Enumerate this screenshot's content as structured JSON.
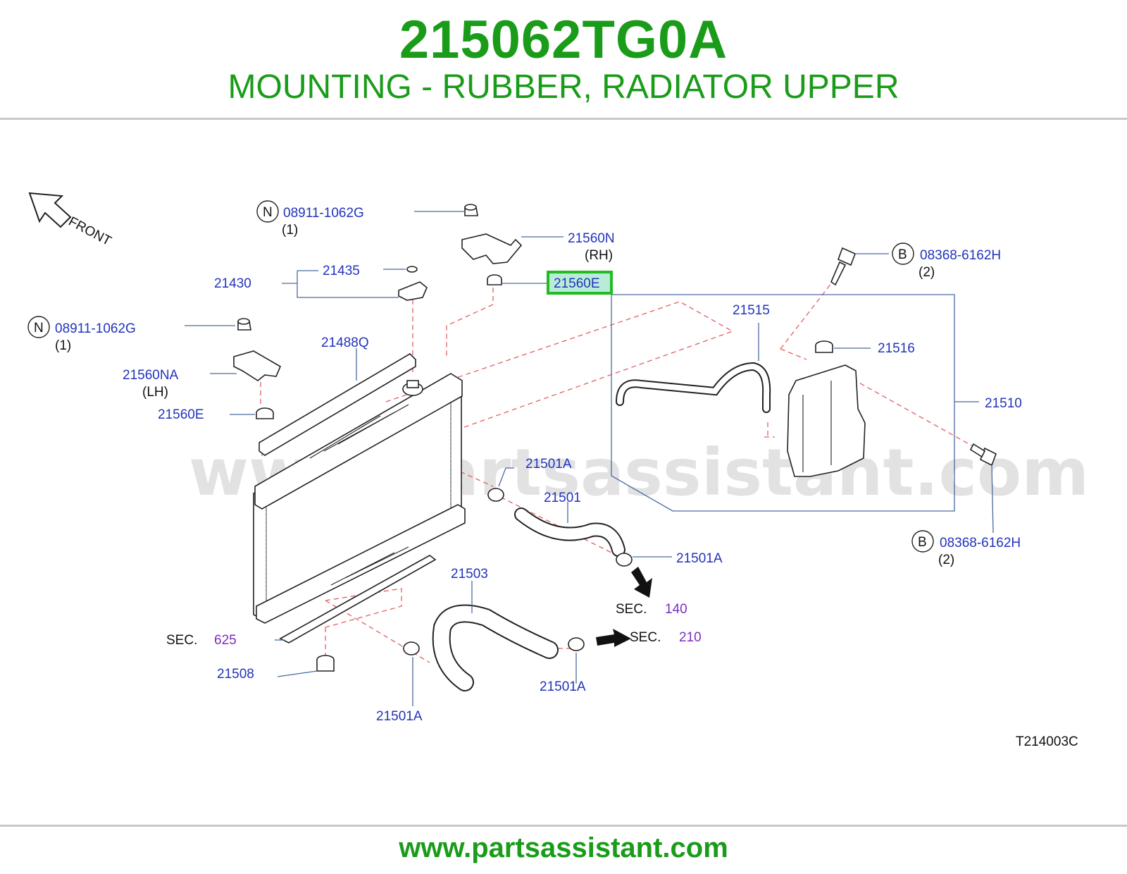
{
  "header": {
    "part_number": "215062TG0A",
    "description": "MOUNTING - RUBBER, RADIATOR UPPER"
  },
  "diagram": {
    "front_label": "FRONT",
    "watermark": "www.partsassistant.com",
    "figure_code": "T214003C",
    "highlight_color": "#22bb22",
    "labels": {
      "nut_top_code": "08911-1062G",
      "nut_top_qty": "(1)",
      "nut_left_code": "08911-1062G",
      "nut_left_qty": "(1)",
      "bracket_rh": "21560N",
      "bracket_rh_side": "(RH)",
      "mount_rh": "21560E",
      "mount_lh": "21560E",
      "bracket_lh": "21560NA",
      "bracket_lh_side": "(LH)",
      "cap_assy": "21430",
      "cap_seal": "21435",
      "seal_strip": "21488Q",
      "hose_reservoir": "21515",
      "reservoir_cap": "21516",
      "reservoir_assy": "21510",
      "bolt_top_code": "08368-6162H",
      "bolt_top_qty": "(2)",
      "bolt_bottom_code": "08368-6162H",
      "bolt_bottom_qty": "(2)",
      "clamp_a1": "21501A",
      "hose_upper": "21501",
      "clamp_a2": "21501A",
      "sec_140_word": "SEC.",
      "sec_140_num": "140",
      "hose_lower": "21503",
      "sec_210_word": "SEC.",
      "sec_210_num": "210",
      "sec_625_word": "SEC.",
      "sec_625_num": "625",
      "drain_plug": "21508",
      "clamp_a3": "21501A",
      "clamp_a4": "21501A",
      "nut_letter": "N",
      "bolt_letter": "B"
    }
  },
  "footer": {
    "url": "www.partsassistant.com"
  }
}
